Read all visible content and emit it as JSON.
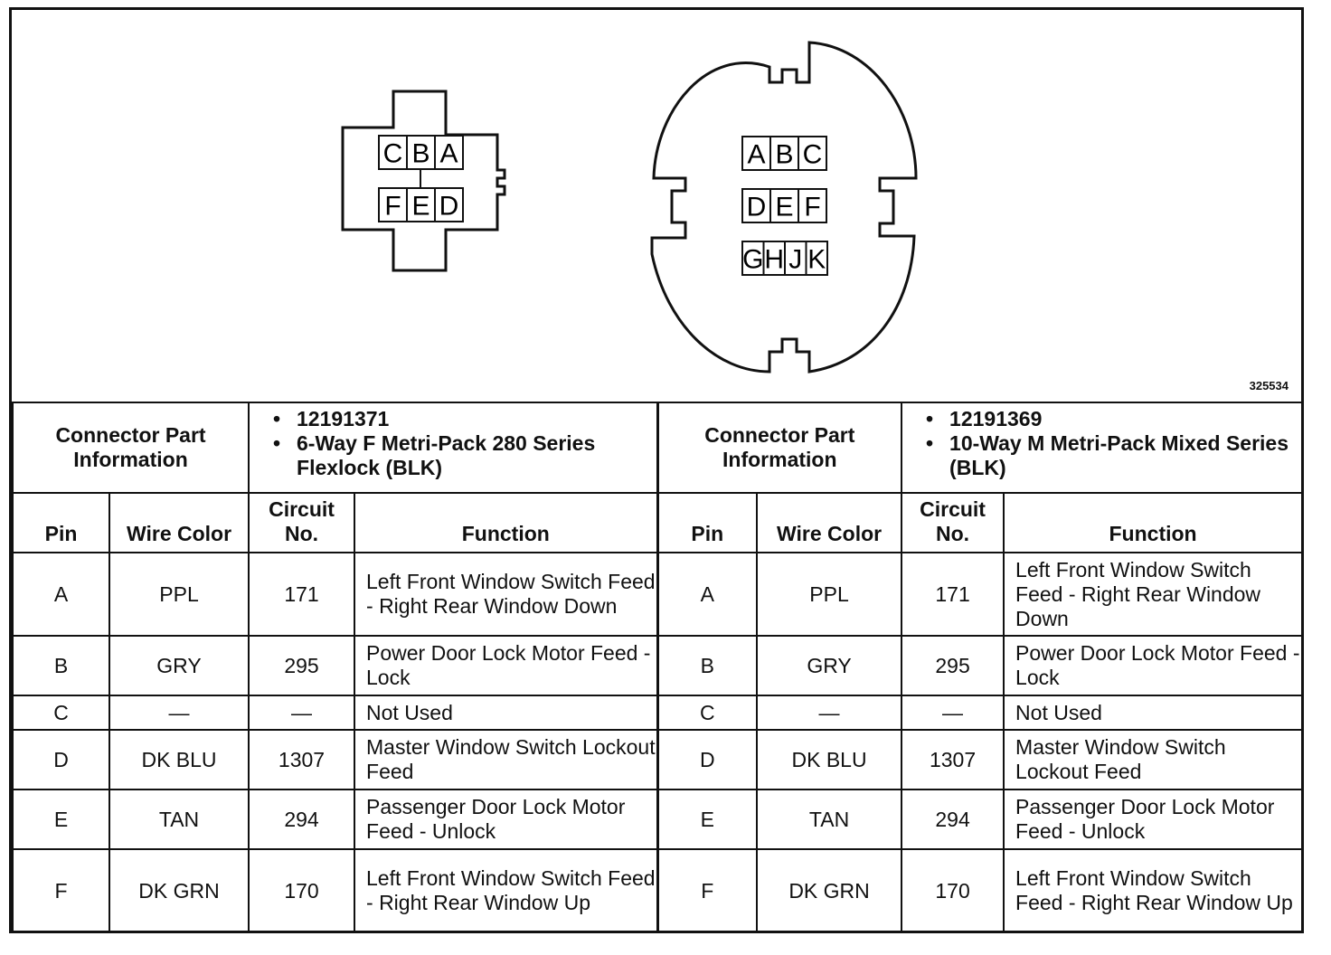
{
  "figure_id": "325534",
  "connector_left": {
    "pins_top": [
      "C",
      "B",
      "A"
    ],
    "pins_bottom": [
      "F",
      "E",
      "D"
    ]
  },
  "connector_right": {
    "pins_row1": [
      "A",
      "B",
      "C"
    ],
    "pins_row2": [
      "D",
      "E",
      "F"
    ],
    "pins_row3": [
      "G",
      "H",
      "J",
      "K"
    ]
  },
  "table": {
    "left": {
      "info_label": "Connector Part Information",
      "bullets": [
        "12191371",
        "6-Way F Metri-Pack 280 Series Flexlock (BLK)"
      ],
      "col_pin": "Pin",
      "col_wire": "Wire Color",
      "col_circuit": "Circuit No.",
      "col_function": "Function",
      "rows": [
        {
          "pin": "A",
          "wire": "PPL",
          "circuit": "171",
          "function": "Left Front Window Switch Feed - Right Rear Window Down"
        },
        {
          "pin": "B",
          "wire": "GRY",
          "circuit": "295",
          "function": "Power Door Lock Motor Feed - Lock"
        },
        {
          "pin": "C",
          "wire": "—",
          "circuit": "—",
          "function": "Not Used"
        },
        {
          "pin": "D",
          "wire": "DK BLU",
          "circuit": "1307",
          "function": "Master Window Switch Lockout Feed"
        },
        {
          "pin": "E",
          "wire": "TAN",
          "circuit": "294",
          "function": "Passenger Door Lock Motor Feed - Unlock"
        },
        {
          "pin": "F",
          "wire": "DK GRN",
          "circuit": "170",
          "function": "Left Front Window Switch Feed - Right Rear Window Up"
        }
      ]
    },
    "right": {
      "info_label": "Connector Part Information",
      "bullets": [
        "12191369",
        "10-Way M Metri-Pack Mixed Series (BLK)"
      ],
      "col_pin": "Pin",
      "col_wire": "Wire Color",
      "col_circuit": "Circuit No.",
      "col_function": "Function",
      "rows": [
        {
          "pin": "A",
          "wire": "PPL",
          "circuit": "171",
          "function": "Left Front Window Switch Feed - Right Rear Window Down"
        },
        {
          "pin": "B",
          "wire": "GRY",
          "circuit": "295",
          "function": "Power Door Lock Motor Feed - Lock"
        },
        {
          "pin": "C",
          "wire": "—",
          "circuit": "—",
          "function": "Not Used"
        },
        {
          "pin": "D",
          "wire": "DK BLU",
          "circuit": "1307",
          "function": "Master Window Switch Lockout Feed"
        },
        {
          "pin": "E",
          "wire": "TAN",
          "circuit": "294",
          "function": "Passenger Door Lock Motor Feed - Unlock"
        },
        {
          "pin": "F",
          "wire": "DK GRN",
          "circuit": "170",
          "function": "Left Front Window Switch Feed - Right Rear Window Up"
        }
      ]
    }
  }
}
